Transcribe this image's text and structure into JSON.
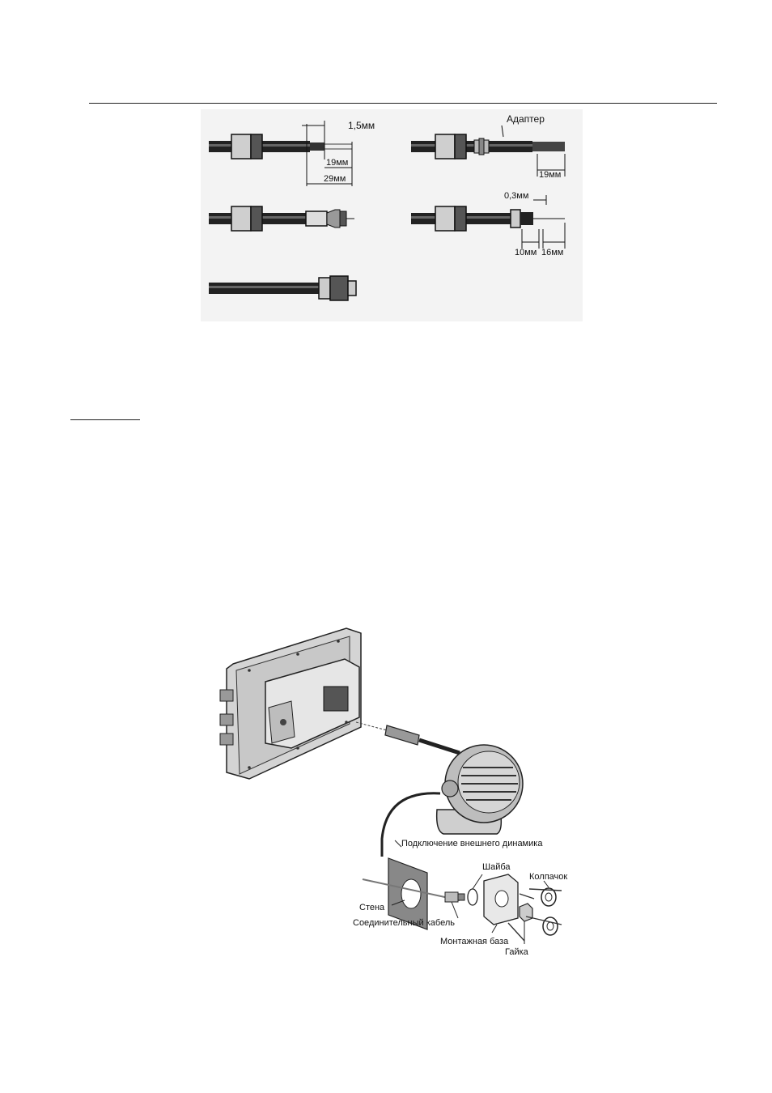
{
  "connector_figure": {
    "dim_1_5": "1,5мм",
    "dim_19_a": "19мм",
    "dim_29": "29мм",
    "adapter_label": "Адаптер",
    "dim_19_b": "19мм",
    "dim_0_3": "0,3мм",
    "dim_10": "10мм",
    "dim_16": "16мм"
  },
  "speaker_figure": {
    "ext_speaker_label": "Подключение внешнего динамика",
    "washer_label": "Шайба",
    "cap_label": "Колпачок",
    "wall_label": "Стена",
    "cable_label": "Соединительный кабель",
    "base_label": "Монтажная база",
    "nut_label": "Гайка"
  }
}
